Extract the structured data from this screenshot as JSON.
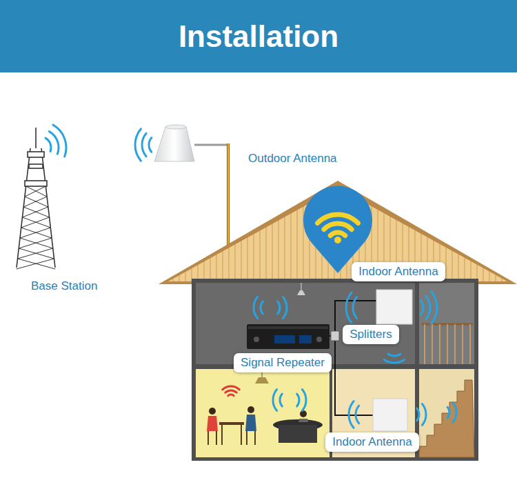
{
  "diagram": {
    "title": "Installation",
    "nodes": [
      {
        "text": [
          "Indoor Antenna"
        ]
      },
      {
        "text": [
          "Splitters"
        ]
      },
      {
        "text": [
          "Signal Repeater"
        ]
      },
      {
        "text": [
          "Indoor Antenna"
        ]
      }
    ],
    "labels": [
      "Outdoor Antenna",
      "Base Station"
    ]
  }
}
